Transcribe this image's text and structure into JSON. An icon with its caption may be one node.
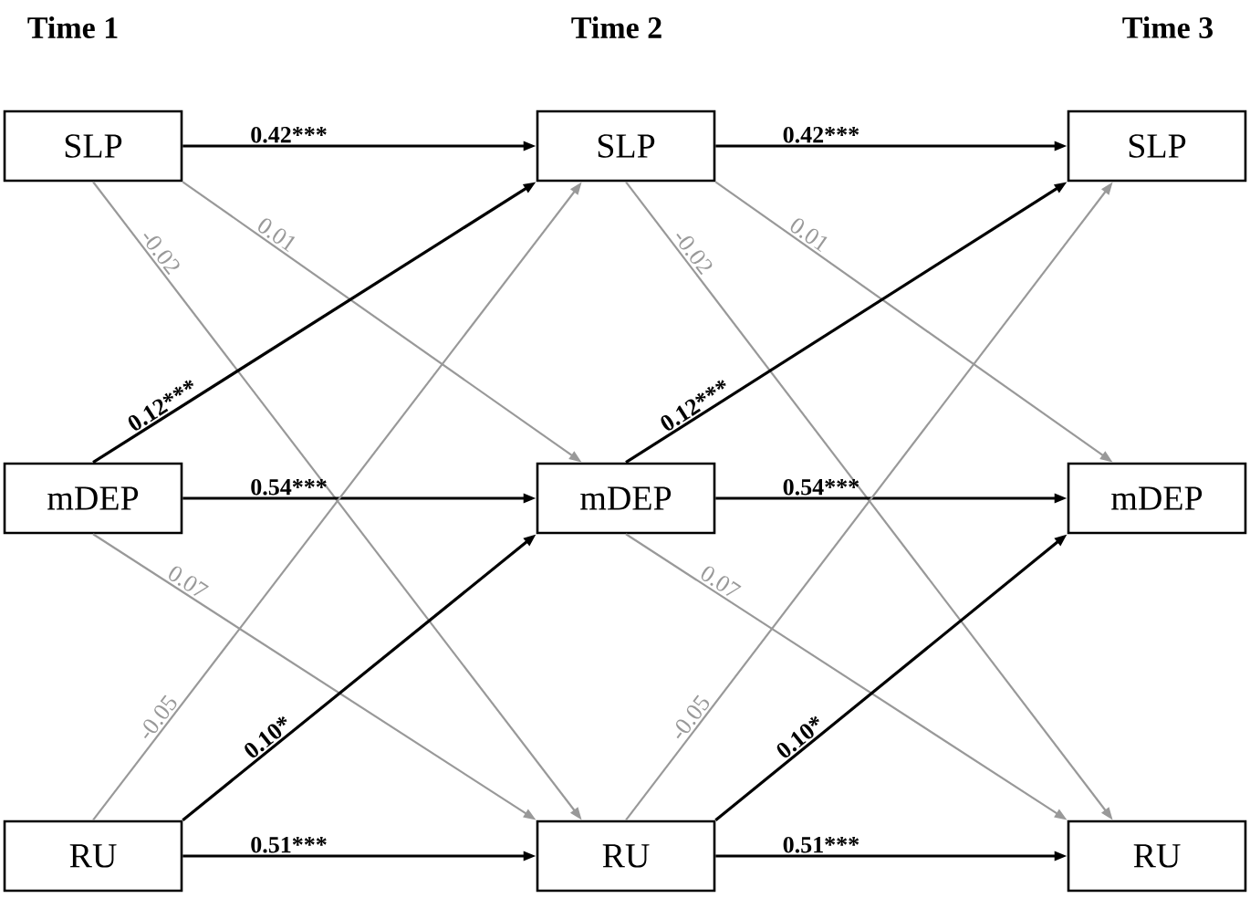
{
  "diagram": {
    "nodes": [
      {
        "text": [
          "SLP"
        ]
      },
      {
        "text": [
          "mDEP"
        ]
      },
      {
        "text": [
          "RU"
        ]
      },
      {
        "text": [
          "SLP"
        ]
      },
      {
        "text": [
          "mDEP"
        ]
      },
      {
        "text": [
          "RU"
        ]
      },
      {
        "text": [
          "SLP"
        ]
      },
      {
        "text": [
          "mDEP"
        ]
      },
      {
        "text": [
          "RU"
        ]
      }
    ],
    "edges": [
      {
        "from": 0,
        "to": 3,
        "arrow": "to",
        "label": "0.42***"
      },
      {
        "from": 0,
        "to": 4,
        "arrow": "to",
        "label": "0.01",
        "color": "#999999"
      },
      {
        "from": 0,
        "to": 5,
        "arrow": "to",
        "label": "-0.02",
        "color": "#999999"
      },
      {
        "from": 1,
        "to": 3,
        "arrow": "to",
        "label": "0.12***"
      },
      {
        "from": 1,
        "to": 4,
        "arrow": "to",
        "label": "0.54***"
      },
      {
        "from": 1,
        "to": 5,
        "arrow": "to",
        "label": "0.07",
        "color": "#999999"
      },
      {
        "from": 2,
        "to": 3,
        "arrow": "to",
        "label": "-0.05",
        "color": "#999999"
      },
      {
        "from": 2,
        "to": 4,
        "arrow": "to",
        "label": "0.10*"
      },
      {
        "from": 2,
        "to": 5,
        "arrow": "to",
        "label": "0.51***"
      },
      {
        "from": 3,
        "to": 6,
        "arrow": "to",
        "label": "0.42***"
      },
      {
        "from": 3,
        "to": 7,
        "arrow": "to",
        "label": "0.01",
        "color": "#999999"
      },
      {
        "from": 3,
        "to": 8,
        "arrow": "to",
        "label": "-0.02",
        "color": "#999999"
      },
      {
        "from": 4,
        "to": 6,
        "arrow": "to",
        "label": "0.12***"
      },
      {
        "from": 4,
        "to": 7,
        "arrow": "to",
        "label": "0.54***"
      },
      {
        "from": 4,
        "to": 8,
        "arrow": "to",
        "label": "0.07",
        "color": "#999999"
      },
      {
        "from": 5,
        "to": 6,
        "arrow": "to",
        "label": "-0.05",
        "color": "#999999"
      },
      {
        "from": 5,
        "to": 7,
        "arrow": "to",
        "label": "0.10*"
      },
      {
        "from": 5,
        "to": 8,
        "arrow": "to",
        "label": "0.51***"
      }
    ],
    "labels": [
      "Time 1",
      "Time 2",
      "Time 3"
    ]
  }
}
